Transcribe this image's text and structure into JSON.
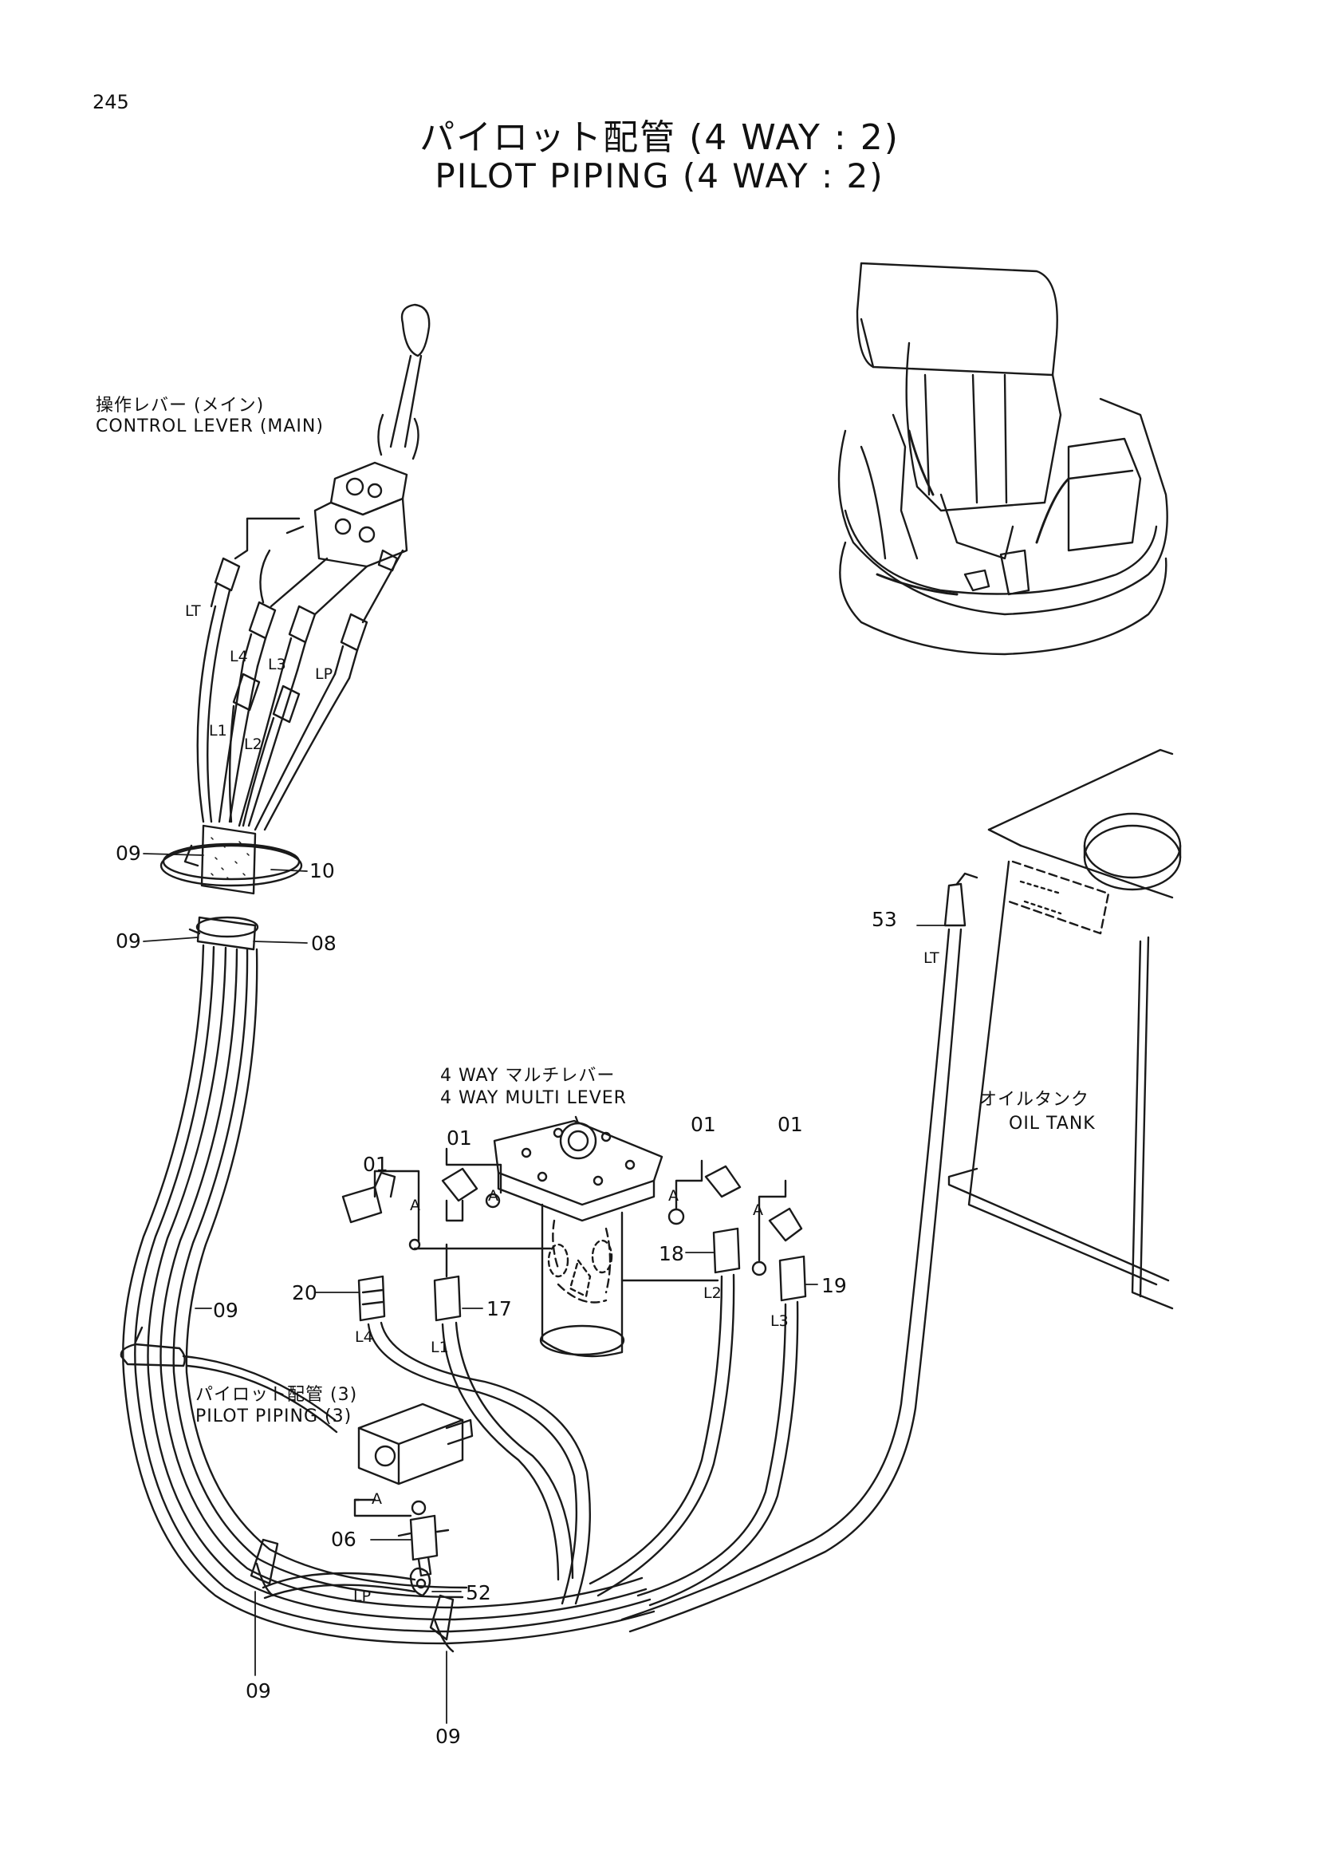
{
  "page_number": "245",
  "title_jp": "パイロット配管 (4 WAY : 2)",
  "title_en": "PILOT PIPING (4 WAY : 2)",
  "assembly_labels": {
    "control_lever_jp": "操作レバー (メイン)",
    "control_lever_en": "CONTROL LEVER (MAIN)",
    "multi_lever_jp": "4 WAY マルチレバー",
    "multi_lever_en": "4 WAY MULTI LEVER",
    "oil_tank_jp": "オイルタンク",
    "oil_tank_en": "OIL TANK",
    "pilot_piping_jp": "パイロット配管 (3)",
    "pilot_piping_en": "PILOT PIPING (3)"
  },
  "part_numbers": {
    "p09a": "09",
    "p10": "10",
    "p09b": "09",
    "p08": "08",
    "p53": "53",
    "p01a": "01",
    "p01b": "01",
    "p01c": "01",
    "p01d": "01",
    "p20": "20",
    "p17": "17",
    "p18": "18",
    "p19": "19",
    "p09c": "09",
    "p06": "06",
    "p52": "52",
    "p09d": "09",
    "p09e": "09"
  },
  "line_tags": {
    "lt_top": "LT",
    "l4_top": "L4",
    "l3_top": "L3",
    "lp_top": "LP",
    "l1_top": "L1",
    "l2_top": "L2",
    "l4_bottom": "L4",
    "l1_bottom": "L1",
    "l2_bottom": "L2",
    "l3_bottom": "L3",
    "lt_tank": "LT",
    "lp_bottom": "LP",
    "a1": "A",
    "a2": "A",
    "a3": "A",
    "a4": "A",
    "a5": "A"
  }
}
